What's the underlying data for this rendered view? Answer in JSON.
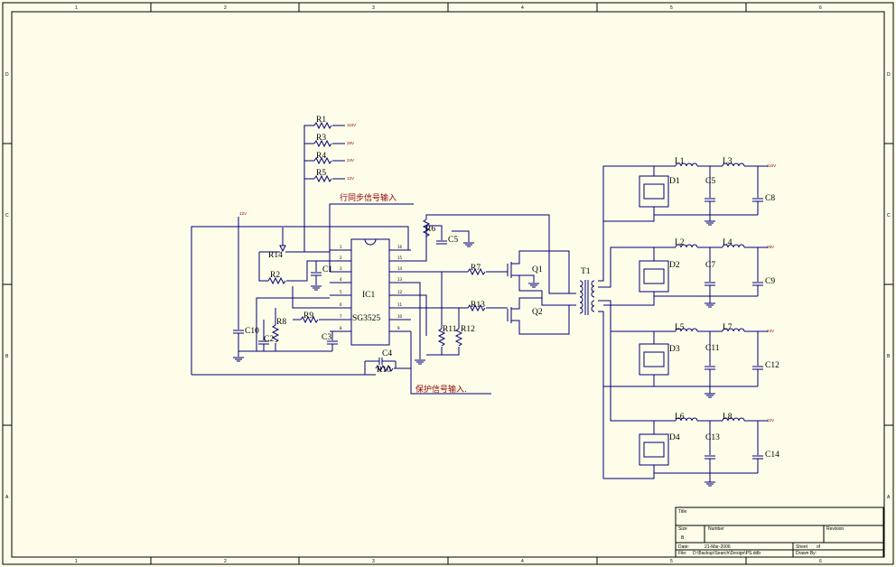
{
  "border": {
    "columns": [
      "1",
      "2",
      "3",
      "4",
      "5",
      "6"
    ],
    "rows": [
      "D",
      "C",
      "B",
      "A"
    ]
  },
  "ic": {
    "name": "IC1",
    "part": "SG3525",
    "left_pins": [
      "1",
      "2",
      "3",
      "4",
      "5",
      "6",
      "7",
      "8"
    ],
    "right_pins": [
      "16",
      "15",
      "14",
      "13",
      "12",
      "11",
      "10",
      "9"
    ]
  },
  "components": {
    "R1": "R1",
    "R2": "R2",
    "R3": "R3",
    "R4": "R4",
    "R5": "R5",
    "R6": "R6",
    "R7": "R7",
    "R8": "R8",
    "R9": "R9",
    "R10": "R10",
    "R11": "R11",
    "R12": "R12",
    "R13": "R13",
    "R14": "R14",
    "C1": "C1",
    "C2": "C2",
    "C3": "C3",
    "C4": "C4",
    "C5": "C5",
    "C10": "C10",
    "Q1": "Q1",
    "Q2": "Q2",
    "T1": "T1"
  },
  "sync_label": "行同步信号输入",
  "protect_label": "保护信号输入.",
  "net_labels": {
    "r1": "110V",
    "r3": "28V",
    "r4": "24V",
    "r5": "12V",
    "supply": "12V"
  },
  "outputs": [
    {
      "d": "D1",
      "la": "L1",
      "lb": "L3",
      "ca": "C5",
      "cb": "C8",
      "v": "110V"
    },
    {
      "d": "D2",
      "la": "L2",
      "lb": "L4",
      "ca": "C7",
      "cb": "C9",
      "v": "28V"
    },
    {
      "d": "D3",
      "la": "L5",
      "lb": "L7",
      "ca": "C11",
      "cb": "C12",
      "v": "24V"
    },
    {
      "d": "D4",
      "la": "L6",
      "lb": "L8",
      "ca": "C13",
      "cb": "C14",
      "v": "12V"
    }
  ],
  "title_block": {
    "title_label": "Title",
    "size_label": "Size",
    "size_value": "B",
    "number_label": "Number",
    "revision_label": "Revision",
    "date_label": "Date:",
    "date_value": "21-Mar-2006",
    "sheet_label": "Sheet",
    "sheet_of": "of",
    "file_label": "File:",
    "file_value": "D:\\Backup\\Search\\Design\\PS.ddb",
    "drawn_label": "Drawn By:"
  },
  "colors": {
    "wire": "#00007a",
    "label": "#8b0000",
    "body": "#f2d9a0",
    "paper": "#fefde9"
  }
}
